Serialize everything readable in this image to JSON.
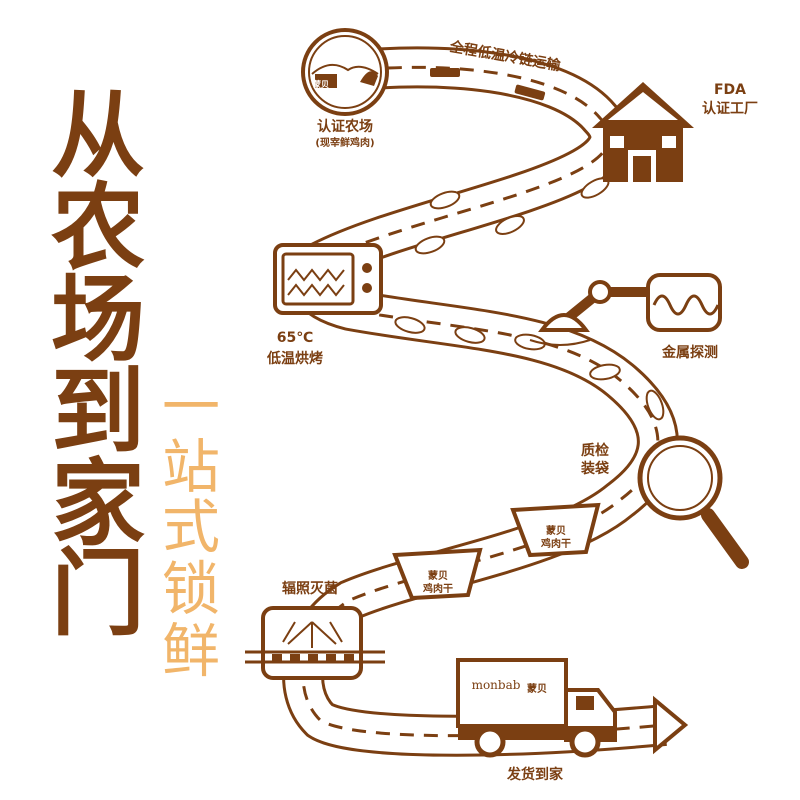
{
  "headline": [
    "从",
    "农",
    "场",
    "到",
    "家",
    "门"
  ],
  "subheadline": [
    "一",
    "站",
    "式",
    "锁",
    "鲜"
  ],
  "steps": {
    "farm": {
      "label": "认证农场",
      "note": "(现宰鲜鸡肉)",
      "sign": "蒙贝"
    },
    "cold_chain": {
      "label": "全程低温冷链运输"
    },
    "factory": {
      "label_line1": "FDA",
      "label_line2": "认证工厂"
    },
    "oven": {
      "label_line1": "65℃",
      "label_line2": "低温烘烤"
    },
    "metal_detect": {
      "label": "金属探测"
    },
    "inspect": {
      "label_line1": "质检",
      "label_line2": "装袋"
    },
    "bag1": {
      "line1": "蒙贝",
      "line2": "鸡肉干"
    },
    "bag2": {
      "line1": "蒙贝",
      "line2": "鸡肉干"
    },
    "sterilize": {
      "label": "辐照灭菌"
    },
    "truck": {
      "brand": "monbab",
      "brand_cn": "蒙贝"
    },
    "delivery": {
      "label": "发货到家"
    }
  },
  "colors": {
    "brown": "#7b3f12",
    "light": "#f1b56a",
    "bg": "#ffffff"
  }
}
